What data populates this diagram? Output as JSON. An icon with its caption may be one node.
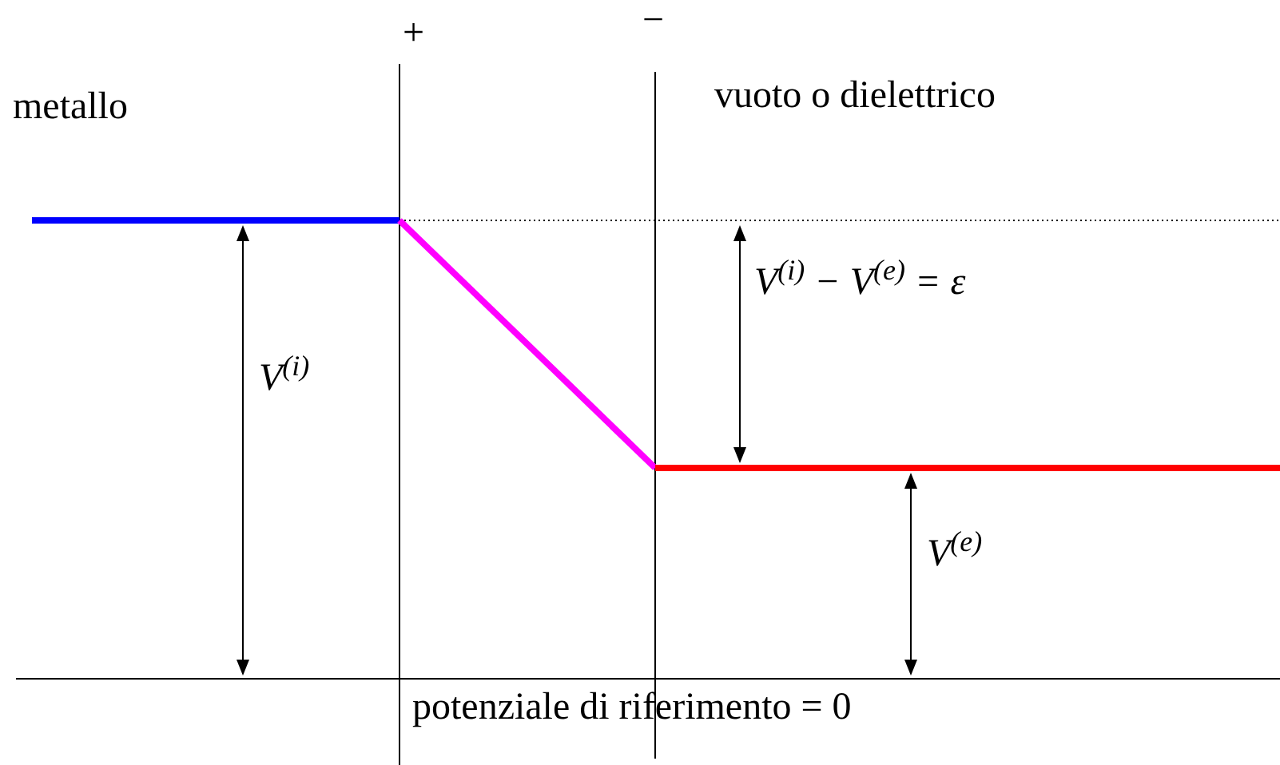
{
  "diagram": {
    "labels": [
      "+",
      "−",
      "metallo",
      "vuoto o dielettrico",
      "V$^{(i)}$",
      "V$^{(i)}$ − V$^{(e)}$ = ε",
      "V$^{(e)}$",
      "potenziale di riferimento = 0"
    ]
  }
}
